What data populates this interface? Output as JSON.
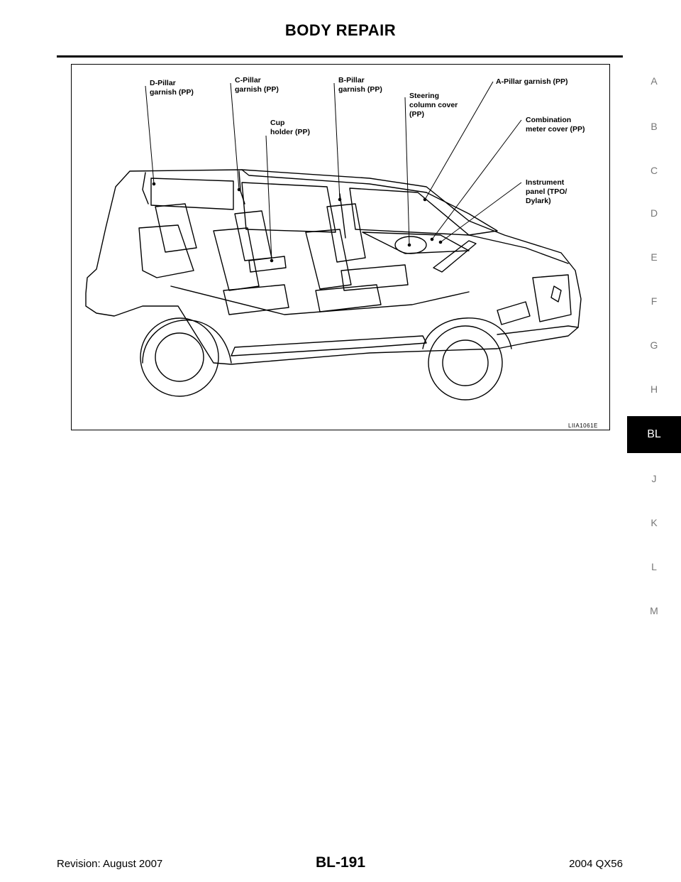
{
  "header": {
    "title": "BODY REPAIR"
  },
  "figure": {
    "code": "LIIA1061E",
    "callouts": [
      {
        "id": "d_pillar",
        "text": "D-Pillar\ngarnish (PP)"
      },
      {
        "id": "c_pillar",
        "text": "C-Pillar\ngarnish (PP)"
      },
      {
        "id": "cup_holder",
        "text": "Cup\nholder (PP)"
      },
      {
        "id": "b_pillar",
        "text": "B-Pillar\ngarnish (PP)"
      },
      {
        "id": "steering",
        "text": "Steering\ncolumn cover\n(PP)"
      },
      {
        "id": "a_pillar",
        "text": "A-Pillar garnish (PP)"
      },
      {
        "id": "combination",
        "text": "Combination\nmeter cover (PP)"
      },
      {
        "id": "instrument",
        "text": "Instrument\npanel (TPO/\nDylark)"
      }
    ]
  },
  "side_index": {
    "letters": [
      "A",
      "B",
      "C",
      "D",
      "E",
      "F",
      "G",
      "H",
      "BL",
      "J",
      "K",
      "L",
      "M"
    ],
    "active": "BL"
  },
  "footer": {
    "revision": "Revision: August 2007",
    "page": "BL-191",
    "model": "2004 QX56"
  }
}
